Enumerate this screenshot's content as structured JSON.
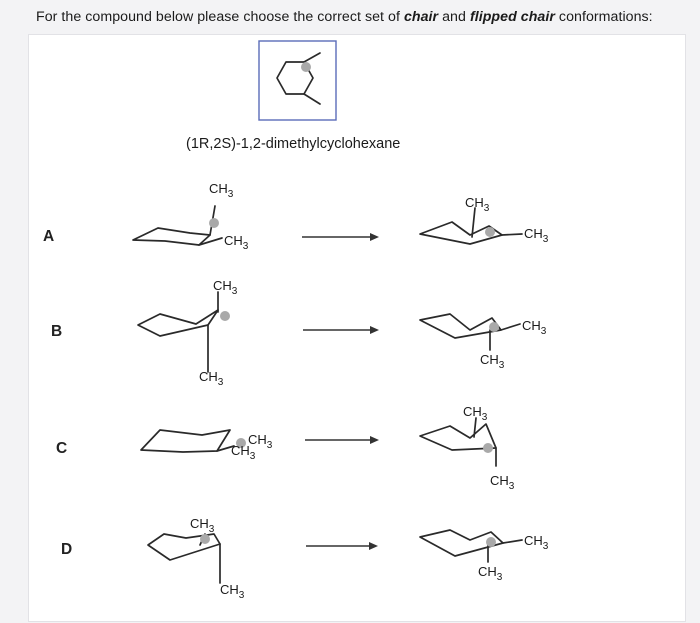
{
  "question": {
    "prefix": "For the compound below please choose the correct set of ",
    "term1": "chair",
    "middle": " and ",
    "term2": "flipped chair",
    "suffix": " conformations:"
  },
  "compound_name": "(1R,2S)-1,2-dimethylcyclohexane",
  "methyl_label": "CH3",
  "options": [
    {
      "letter": "A"
    },
    {
      "letter": "B"
    },
    {
      "letter": "C"
    },
    {
      "letter": "D"
    }
  ],
  "colors": {
    "background": "#f3f3f5",
    "panel": "#ffffff",
    "box_border": "#5a6cb8",
    "stereo_dot": "#a9a9a9"
  }
}
